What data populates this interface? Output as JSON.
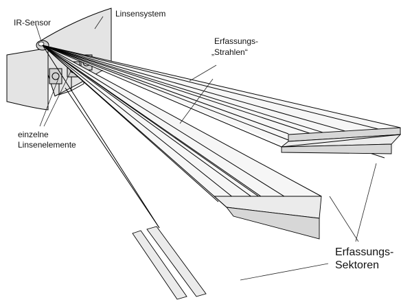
{
  "labels": {
    "ir_sensor": "IR-Sensor",
    "lens_system": "Linsensystem",
    "detection_rays_line1": "Erfassungs-",
    "detection_rays_line2": "„Strahlen“",
    "single_lens_line1": "einzelne",
    "single_lens_line2": "Linsenelemente",
    "detection_sectors_line1": "Erfassungs-",
    "detection_sectors_line2": "Sektoren"
  },
  "colors": {
    "stroke": "#000000",
    "sector_fill": "#d7d7d7",
    "lens_fill": "#e4e4e4"
  }
}
